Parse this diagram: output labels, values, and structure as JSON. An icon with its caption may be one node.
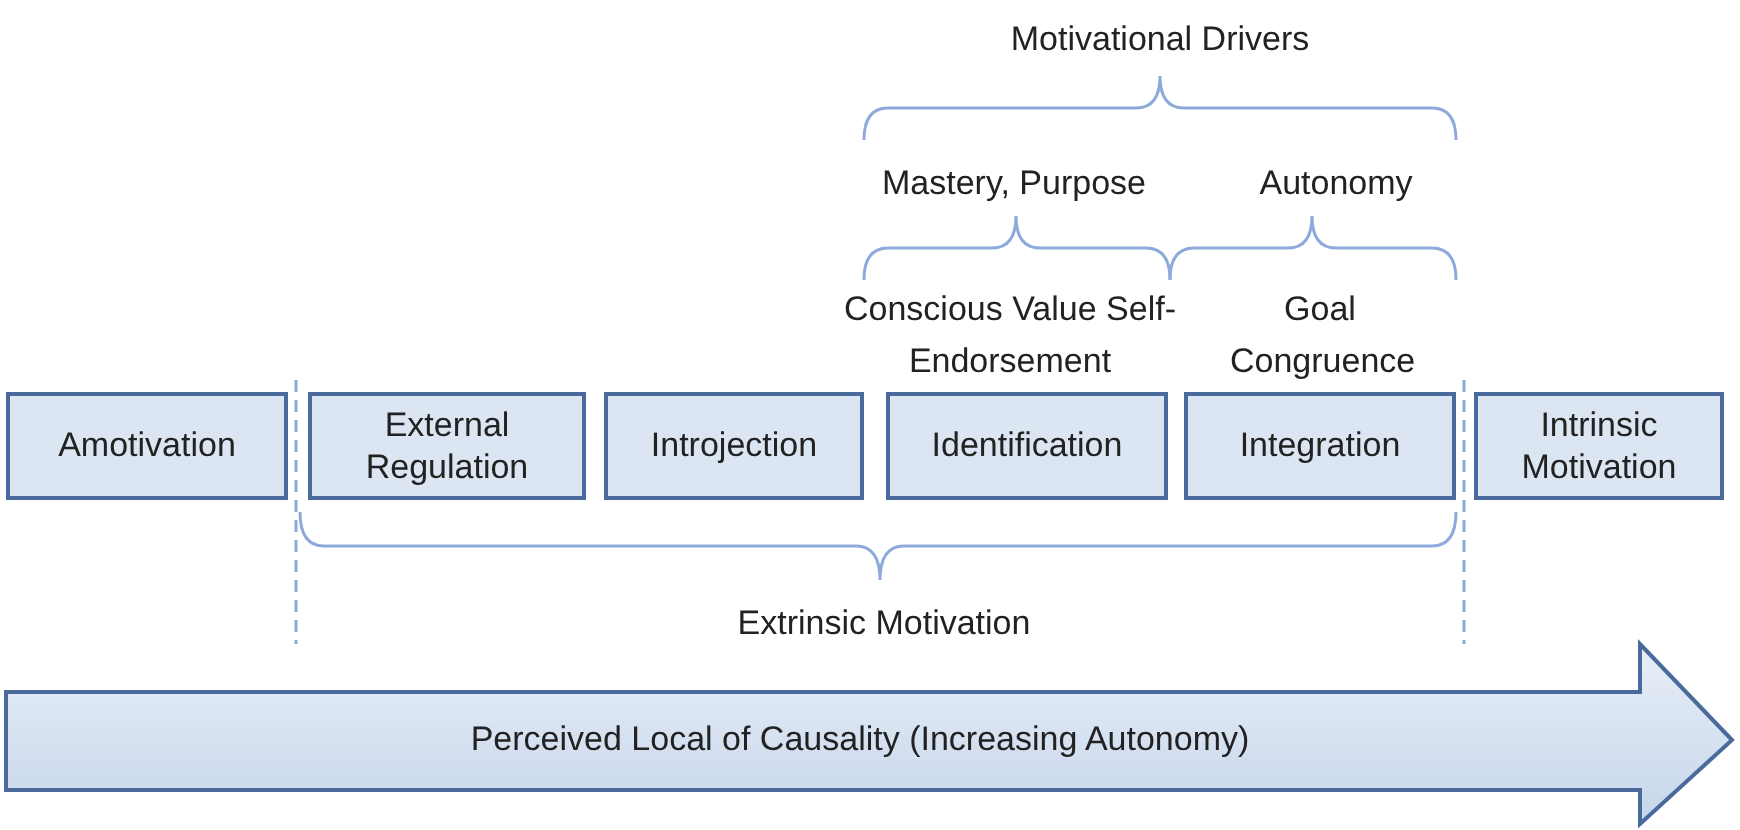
{
  "diagram": {
    "nodes": [
      {
        "text": [
          "Amotivation"
        ]
      },
      {
        "text": [
          "External Regulation"
        ]
      },
      {
        "text": [
          "Introjection"
        ]
      },
      {
        "text": [
          "Identification"
        ]
      },
      {
        "text": [
          "Integration"
        ]
      },
      {
        "text": [
          "Intrinsic Motivation"
        ]
      },
      {
        "text": [
          "Perceived Local of Causality (Increasing Autonomy)"
        ]
      }
    ],
    "edges": [],
    "labels": [
      "Motivational Drivers",
      "Mastery, Purpose",
      "Autonomy",
      "Conscious Value Self-Endorsement",
      "Goal Congruence",
      "Extrinsic Motivation"
    ]
  }
}
